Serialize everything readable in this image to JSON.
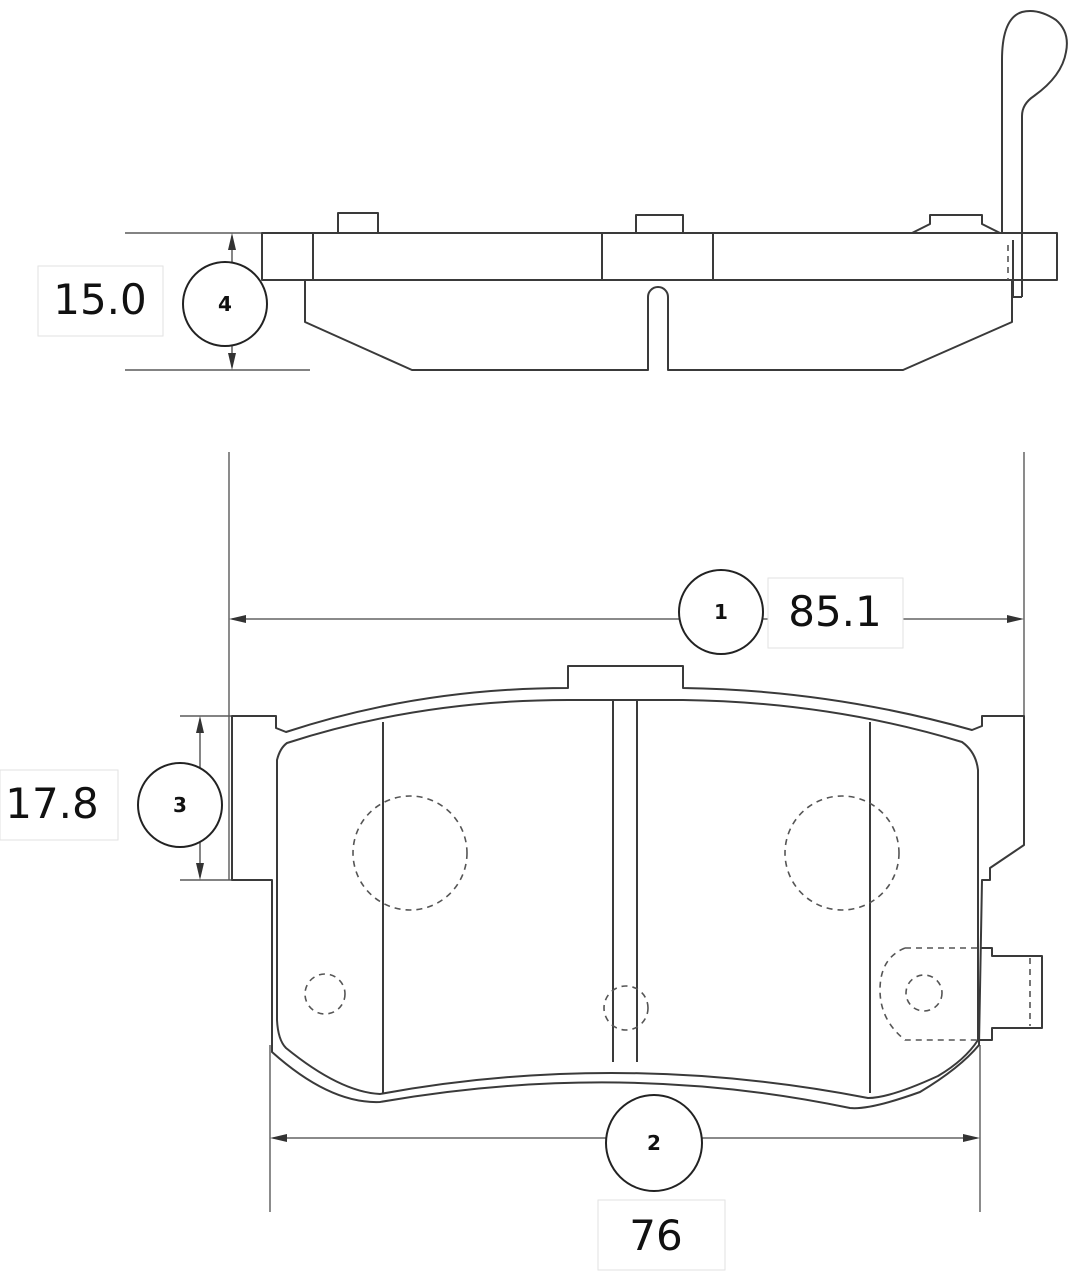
{
  "dimensions": [
    {
      "id": "1",
      "value": "85.1"
    },
    {
      "id": "2",
      "value": "76"
    },
    {
      "id": "3",
      "value": "17.8"
    },
    {
      "id": "4",
      "value": "15.0"
    }
  ]
}
